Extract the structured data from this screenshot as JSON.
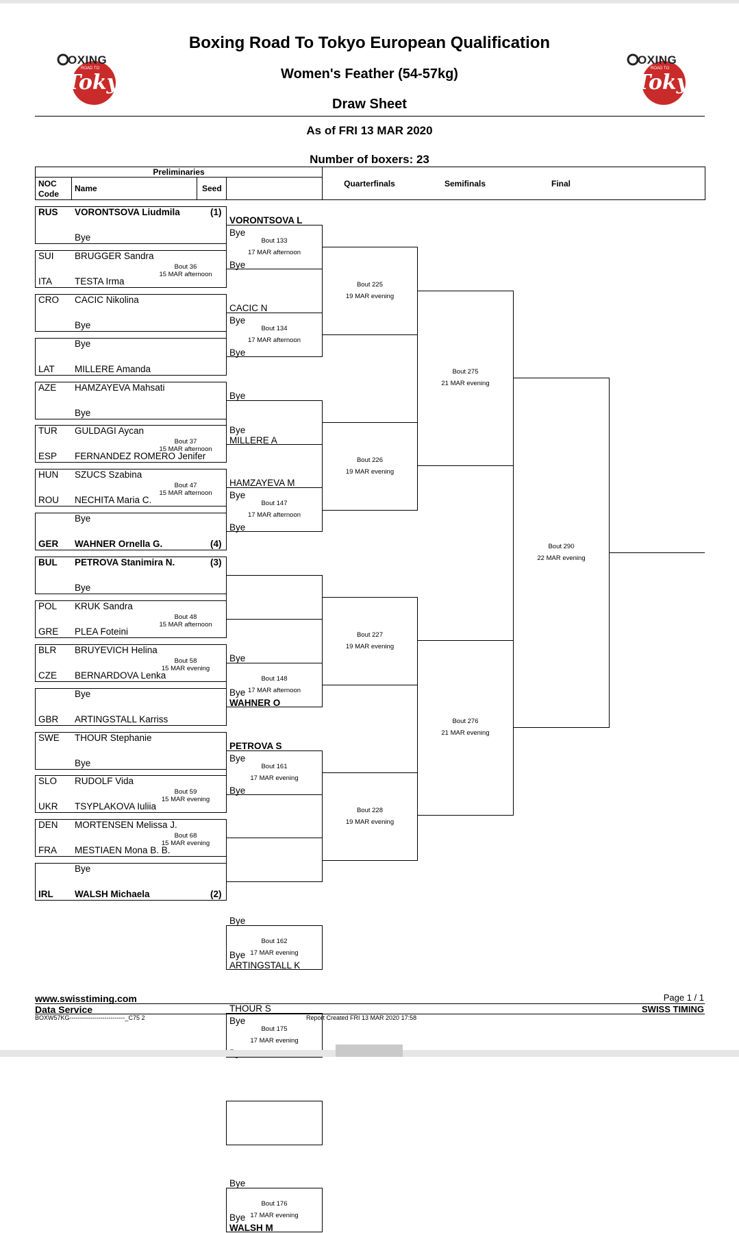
{
  "header": {
    "title": "Boxing Road To Tokyo European Qualification",
    "event": "Women's Feather (54-57kg)",
    "sheet": "Draw Sheet",
    "as_of": "As of FRI 13 MAR 2020",
    "count": "Number of boxers: 23"
  },
  "logo": {
    "word": "OXING",
    "sub": "ROAD TO",
    "city": "Tokyo"
  },
  "table": {
    "prelim": "Preliminaries",
    "noc": "NOC",
    "code": "Code",
    "name": "Name",
    "seed": "Seed",
    "qf": "Quarterfinals",
    "sf": "Semifinals",
    "final": "Final"
  },
  "entries": [
    {
      "noc": "RUS",
      "name": "VORONTSOVA Liudmila",
      "seed": "(1)",
      "bold": true
    },
    {
      "noc": "",
      "name": "Bye"
    },
    {
      "noc": "SUI",
      "name": "BRUGGER Sandra"
    },
    {
      "noc": "ITA",
      "name": "TESTA Irma"
    },
    {
      "noc": "CRO",
      "name": "CACIC Nikolina"
    },
    {
      "noc": "",
      "name": "Bye"
    },
    {
      "noc": "",
      "name": "Bye"
    },
    {
      "noc": "LAT",
      "name": "MILLERE Amanda"
    },
    {
      "noc": "AZE",
      "name": "HAMZAYEVA Mahsati"
    },
    {
      "noc": "",
      "name": "Bye"
    },
    {
      "noc": "TUR",
      "name": "GULDAGI Aycan"
    },
    {
      "noc": "ESP",
      "name": "FERNANDEZ ROMERO Jenifer"
    },
    {
      "noc": "HUN",
      "name": "SZUCS Szabina"
    },
    {
      "noc": "ROU",
      "name": "NECHITA Maria C."
    },
    {
      "noc": "",
      "name": "Bye"
    },
    {
      "noc": "GER",
      "name": "WAHNER Ornella G.",
      "seed": "(4)",
      "bold": true
    },
    {
      "noc": "BUL",
      "name": "PETROVA Stanimira N.",
      "seed": "(3)",
      "bold": true
    },
    {
      "noc": "",
      "name": "Bye"
    },
    {
      "noc": "POL",
      "name": "KRUK Sandra"
    },
    {
      "noc": "GRE",
      "name": "PLEA Foteini"
    },
    {
      "noc": "BLR",
      "name": "BRUYEVICH Helina"
    },
    {
      "noc": "CZE",
      "name": "BERNARDOVA Lenka"
    },
    {
      "noc": "",
      "name": "Bye"
    },
    {
      "noc": "GBR",
      "name": "ARTINGSTALL Karriss"
    },
    {
      "noc": "SWE",
      "name": "THOUR Stephanie"
    },
    {
      "noc": "",
      "name": "Bye"
    },
    {
      "noc": "SLO",
      "name": "RUDOLF Vida"
    },
    {
      "noc": "UKR",
      "name": "TSYPLAKOVA Iuliia"
    },
    {
      "noc": "DEN",
      "name": "MORTENSEN Melissa J."
    },
    {
      "noc": "FRA",
      "name": "MESTIAEN Mona B. B."
    },
    {
      "noc": "",
      "name": "Bye"
    },
    {
      "noc": "IRL",
      "name": "WALSH Michaela",
      "seed": "(2)",
      "bold": true
    }
  ],
  "prelim_bouts": [
    {
      "pair": 1,
      "bout": "Bout  36",
      "when": "15 MAR afternoon"
    },
    {
      "pair": 5,
      "bout": "Bout  37",
      "when": "15 MAR afternoon"
    },
    {
      "pair": 6,
      "bout": "Bout  47",
      "when": "15 MAR afternoon"
    },
    {
      "pair": 9,
      "bout": "Bout  48",
      "when": "15 MAR afternoon"
    },
    {
      "pair": 10,
      "bout": "Bout  58",
      "when": "15 MAR evening"
    },
    {
      "pair": 13,
      "bout": "Bout  59",
      "when": "15 MAR evening"
    },
    {
      "pair": 14,
      "bout": "Bout  68",
      "when": "15 MAR evening"
    }
  ],
  "r16": [
    {
      "top": "VORONTSOVA L",
      "bottom": "Bye",
      "bold": true,
      "bout": "Bout  133",
      "when": "17 MAR afternoon"
    },
    {
      "top": "CACIC N",
      "bottom": "Bye",
      "bout": "Bout  134",
      "when": "17 MAR afternoon"
    },
    {
      "top": "Bye",
      "bottom": "MILLERE A",
      "bout": "",
      "when": ""
    },
    {
      "top": "HAMZAYEVA M",
      "bottom": "Bye",
      "bout": "Bout  147",
      "when": "17 MAR afternoon"
    },
    {
      "top": "",
      "bottom": "",
      "bout": "",
      "when": ""
    },
    {
      "top": "Bye",
      "bottom": "WAHNER O",
      "bold": true,
      "bout": "Bout  148",
      "when": "17 MAR afternoon"
    },
    {
      "top": "PETROVA S",
      "bottom": "Bye",
      "bold": true,
      "bout": "Bout  161",
      "when": "17 MAR evening"
    },
    {
      "top": "",
      "bottom": "",
      "bout": "",
      "when": ""
    },
    {
      "top": "Bye",
      "bottom": "ARTINGSTALL K",
      "bout": "Bout  162",
      "when": "17 MAR evening"
    },
    {
      "top": "THOUR S",
      "bottom": "Bye",
      "bout": "Bout  175",
      "when": "17 MAR evening"
    },
    {
      "top": "",
      "bottom": "",
      "bout": "",
      "when": ""
    },
    {
      "top": "Bye",
      "bottom": "WALSH M",
      "bold": true,
      "bout": "Bout  176",
      "when": "17 MAR evening"
    }
  ],
  "qf": [
    {
      "bout": "Bout  225",
      "when": "19 MAR evening"
    },
    {
      "bout": "Bout  226",
      "when": "19 MAR evening"
    },
    {
      "bout": "Bout  227",
      "when": "19 MAR evening"
    },
    {
      "bout": "Bout  228",
      "when": "19 MAR evening"
    }
  ],
  "sf": [
    {
      "bout": "Bout  275",
      "when": "21 MAR evening"
    },
    {
      "bout": "Bout  276",
      "when": "21 MAR evening"
    }
  ],
  "final": {
    "bout": "Bout  290",
    "when": "22 MAR evening"
  },
  "footer": {
    "url": "www.swisstiming.com",
    "service": "Data Service",
    "code": "BOXW57KG---------------------------_C75 2",
    "created": "Report Created  FRI 13 MAR 2020 17:58",
    "page": "Page 1 / 1",
    "brand": "SWISS TIMING"
  }
}
